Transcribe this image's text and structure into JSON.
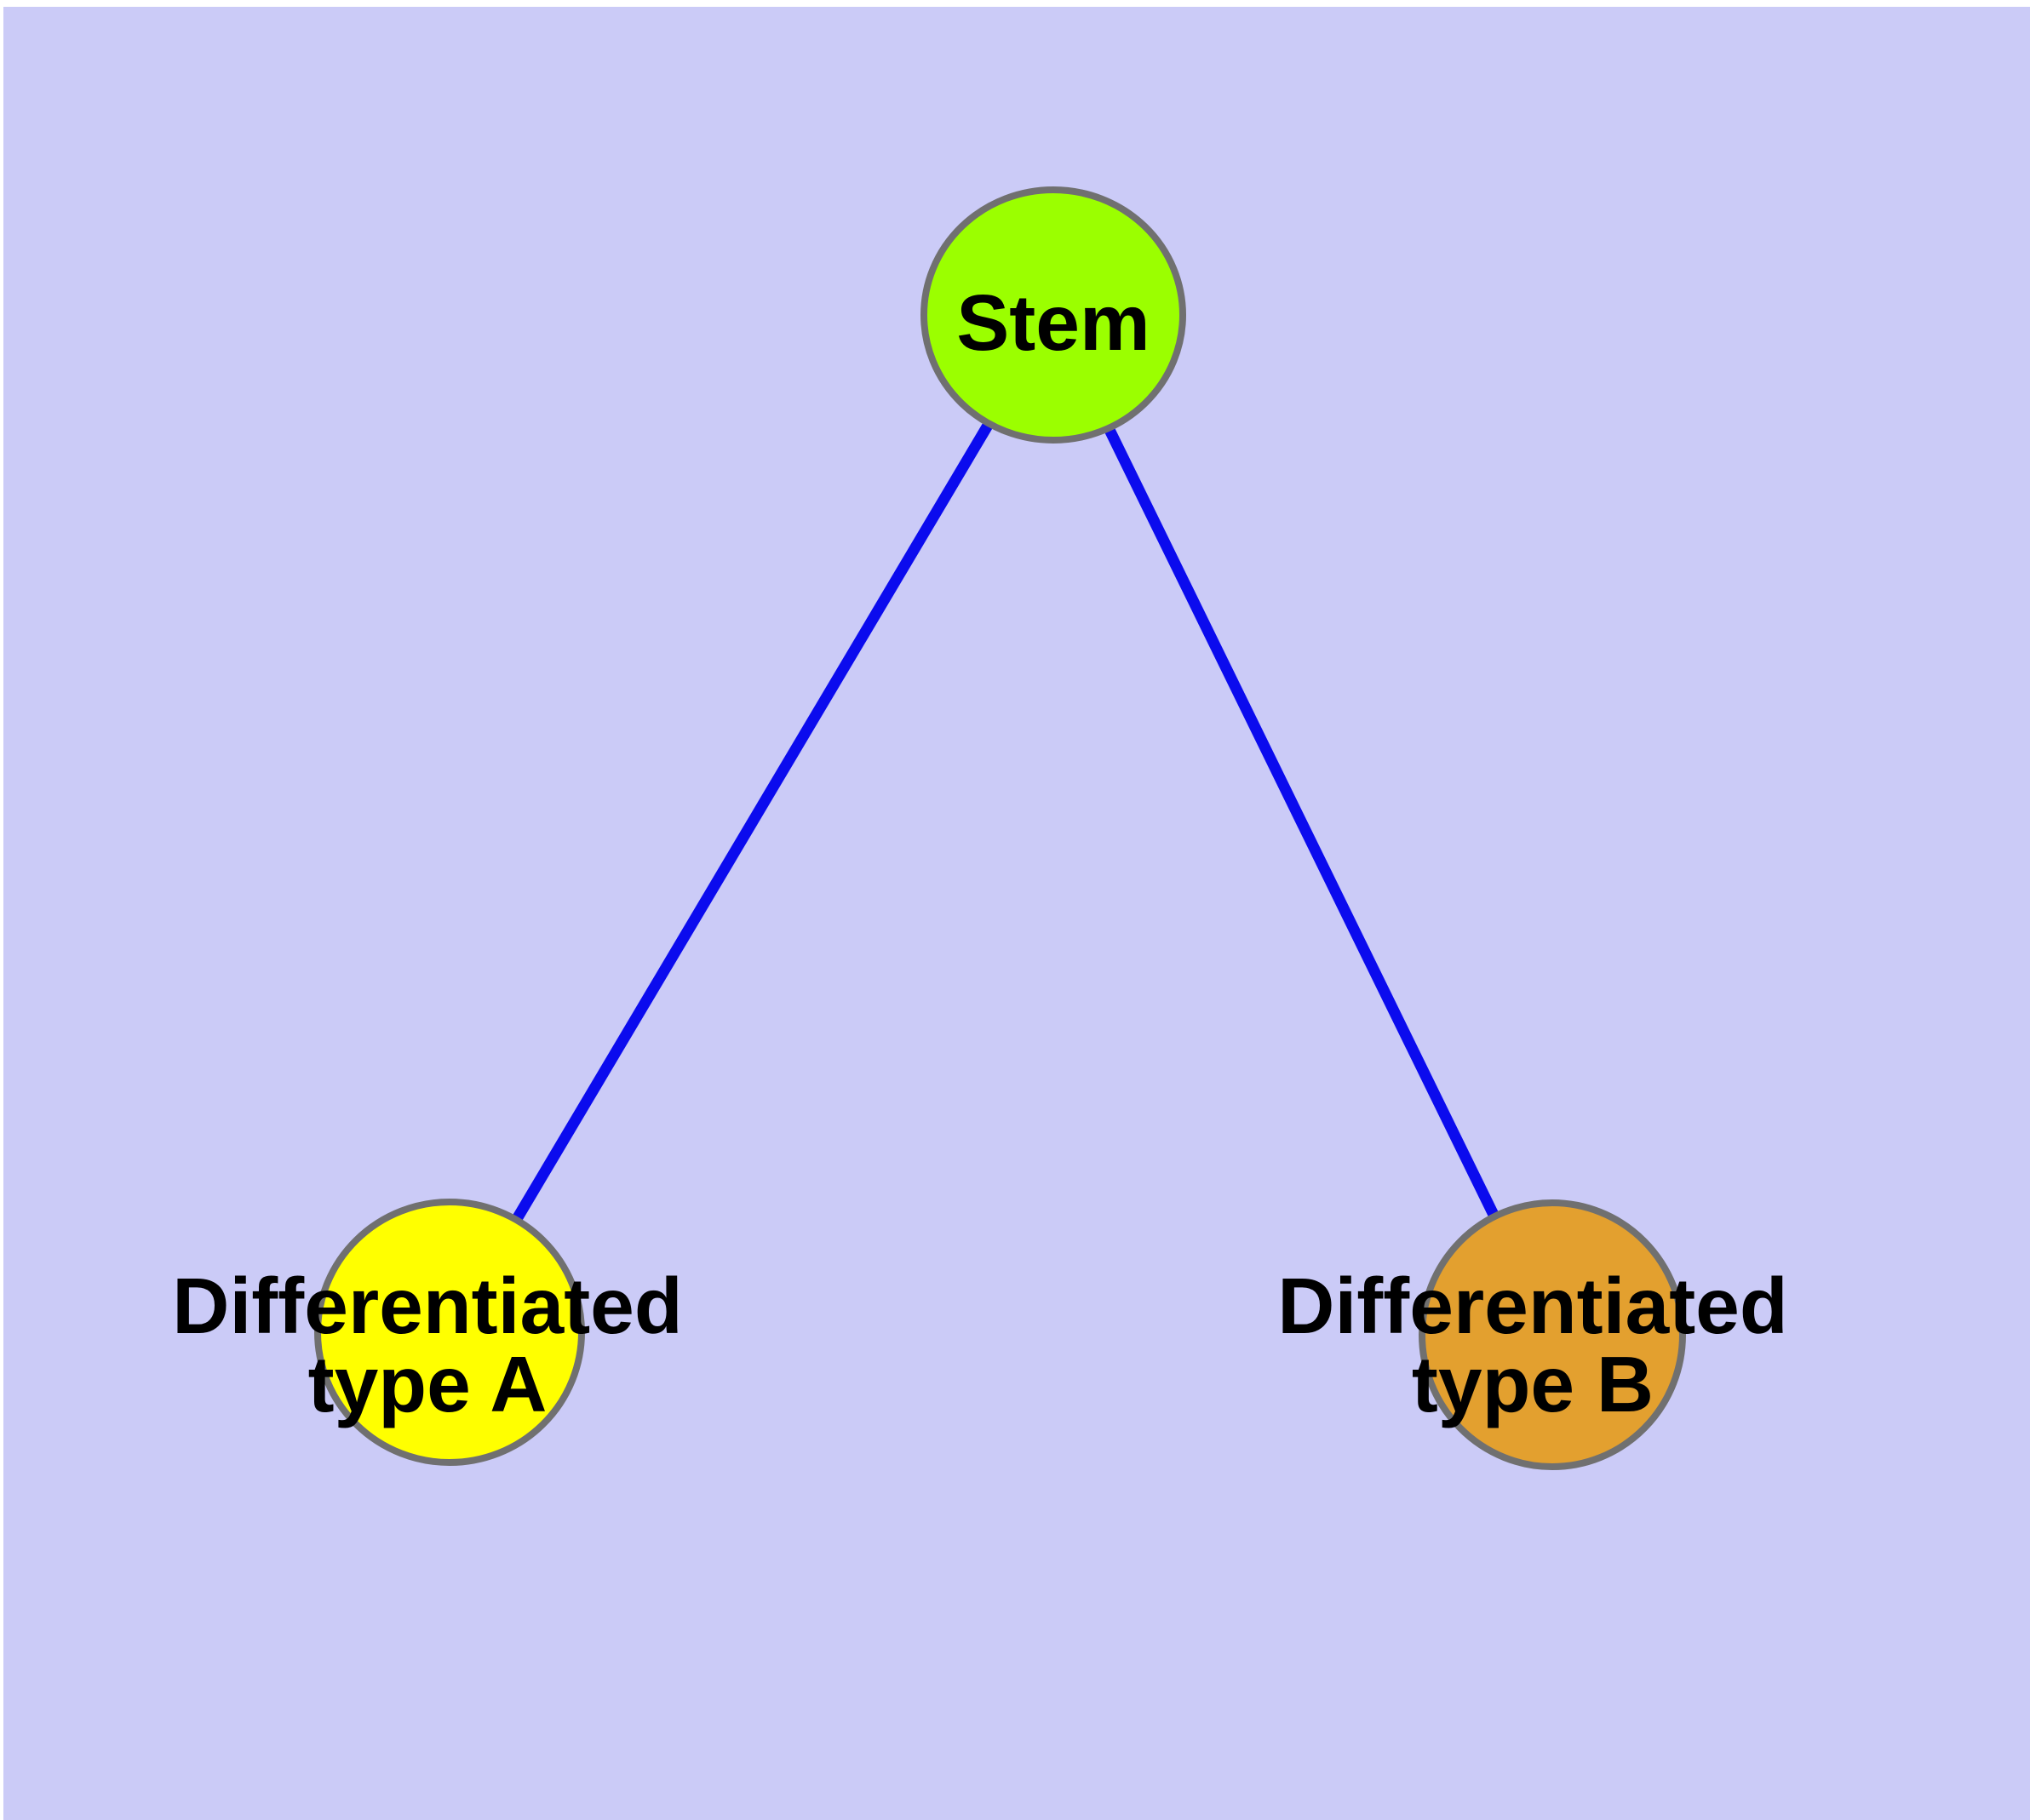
{
  "theme": {
    "background": "#CBCBF7",
    "page-margin": "#FFFFFF",
    "edge": "#0B0BEE",
    "node-border": "#707070",
    "label": "#000000"
  },
  "diagram": {
    "description": "Stem cell differentiation graph",
    "nodes": [
      {
        "id": "stem",
        "label": "Stem",
        "fill": "#9BFF00"
      },
      {
        "id": "differentiated-type-a",
        "label_line1": "Differentiated",
        "label_line2": "type A",
        "fill": "#FFFF00"
      },
      {
        "id": "differentiated-type-b",
        "label_line1": "Differentiated",
        "label_line2": "type B",
        "fill": "#E3A02F"
      }
    ],
    "edges": [
      {
        "from": "stem",
        "to": "differentiated-type-a"
      },
      {
        "from": "stem",
        "to": "differentiated-type-b"
      }
    ]
  }
}
